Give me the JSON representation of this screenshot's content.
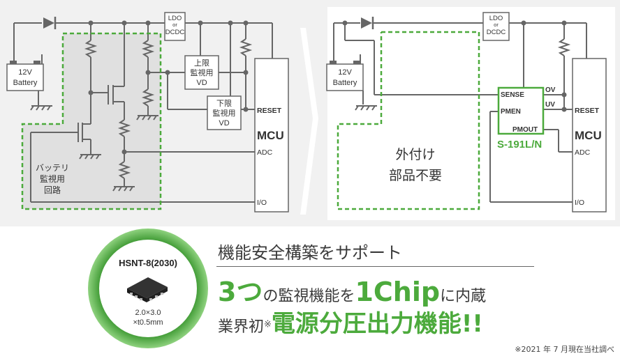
{
  "colors": {
    "panel_bg": "#f1f1f1",
    "shade": "#e0e0e0",
    "wire": "#666666",
    "green": "#4caa3c",
    "ring": "#4caa3c"
  },
  "left": {
    "ldo_line1": "LDO",
    "ldo_line2": "or",
    "ldo_line3": "DCDC",
    "battery_line1": "12V",
    "battery_line2": "Battery",
    "upper_vd_line1": "上限",
    "upper_vd_line2": "監視用",
    "upper_vd_line3": "VD",
    "lower_vd_line1": "下限",
    "lower_vd_line2": "監視用",
    "lower_vd_line3": "VD",
    "reset": "RESET",
    "mcu": "MCU",
    "adc": "ADC",
    "io": "I/O",
    "battery_monitor_line1": "バッテリ",
    "battery_monitor_line2": "監視用",
    "battery_monitor_line3": "回路"
  },
  "right": {
    "ldo_line1": "LDO",
    "ldo_line2": "or",
    "ldo_line3": "DCDC",
    "battery_line1": "12V",
    "battery_line2": "Battery",
    "sense": "SENSE",
    "pmen": "PMEN",
    "pmout": "PMOUT",
    "ov": "OV",
    "uv": "UV",
    "reset": "RESET",
    "mcu": "MCU",
    "adc": "ADC",
    "io": "I/O",
    "chip_name": "S-191L/N",
    "no_external_line1": "外付け",
    "no_external_line2": "部品不要"
  },
  "package": {
    "name": "HSNT-8(2030)",
    "dims_line1": "2.0×3.0",
    "dims_line2": "×t0.5mm"
  },
  "headline": {
    "title": "機能安全構築をサポート",
    "three": "3つ",
    "middle": "の監視機能を",
    "one_chip": "1Chip",
    "suffix": "に内蔵",
    "industry_first": "業界初",
    "note_mark": "※",
    "big_feature": "電源分圧出力機能!!",
    "footnote": "※2021 年 7 月現在当社調べ"
  }
}
